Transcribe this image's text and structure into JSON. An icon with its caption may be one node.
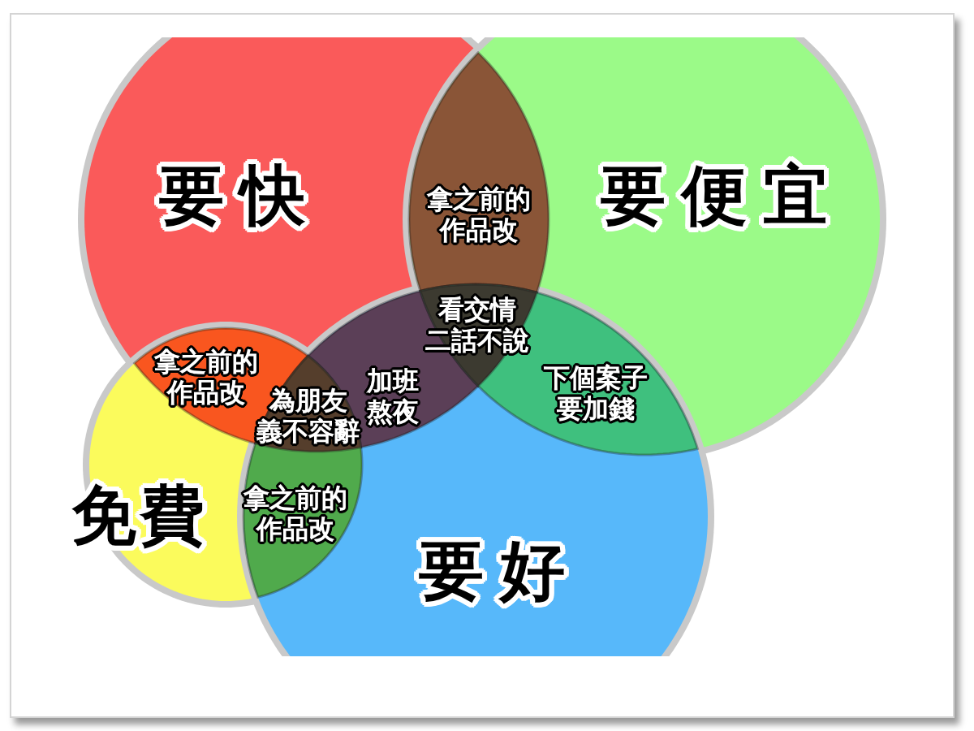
{
  "diagram": {
    "nodes": [
      {
        "text": [
          "要快"
        ]
      },
      {
        "text": [
          "拿之前的作品改"
        ]
      },
      {
        "text": [
          "要便宜"
        ]
      },
      {
        "text": [
          "看交情二話不說"
        ]
      },
      {
        "text": [
          "拿之前的作品改"
        ]
      },
      {
        "text": [
          "為朋友義不容辭"
        ]
      },
      {
        "text": [
          "加班熬夜"
        ]
      },
      {
        "text": [
          "下個案子要加錢"
        ]
      },
      {
        "text": [
          "免費"
        ]
      },
      {
        "text": [
          "拿之前的作品改"
        ]
      },
      {
        "text": [
          "要好"
        ]
      }
    ]
  }
}
